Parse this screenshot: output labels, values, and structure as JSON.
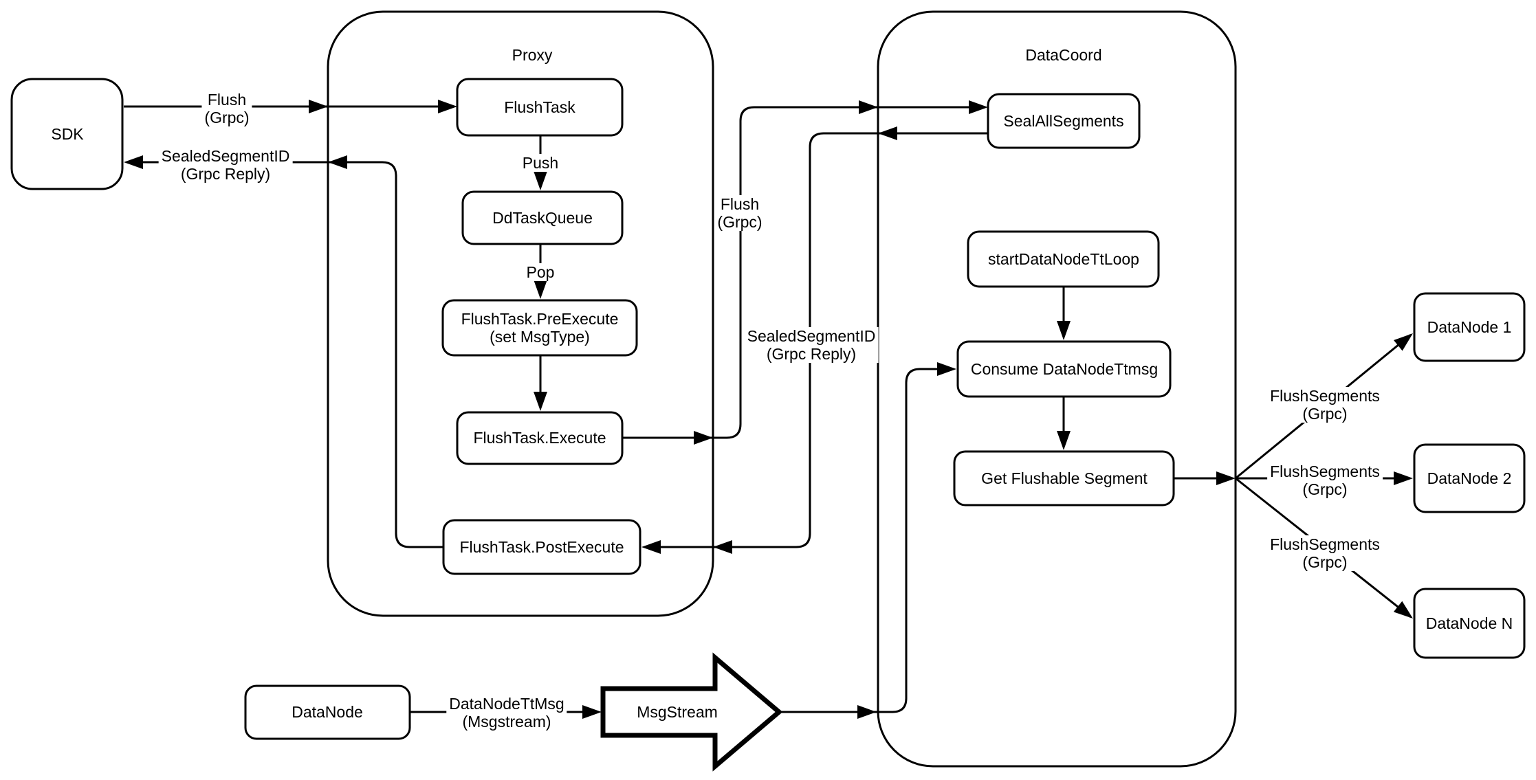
{
  "diagram": {
    "background": "#ffffff",
    "stroke_color": "#000000",
    "node_fill": "#ffffff",
    "containers": {
      "proxy": {
        "title": "Proxy"
      },
      "datacoord": {
        "title": "DataCoord"
      }
    },
    "nodes": {
      "sdk": {
        "label": "SDK"
      },
      "flush_task": {
        "label": "FlushTask"
      },
      "dd_task_queue": {
        "label": "DdTaskQueue"
      },
      "pre_execute": {
        "line1": "FlushTask.PreExecute",
        "line2": "(set MsgType)"
      },
      "execute": {
        "label": "FlushTask.Execute"
      },
      "post_execute": {
        "label": "FlushTask.PostExecute"
      },
      "seal_all_segments": {
        "label": "SealAllSegments"
      },
      "start_data_node_tt_loop": {
        "label": "startDataNodeTtLoop"
      },
      "consume_data_node_ttmsg": {
        "label": "Consume DataNodeTtmsg"
      },
      "get_flushable_segment": {
        "label": "Get Flushable Segment"
      },
      "data_node_1": {
        "label": "DataNode 1"
      },
      "data_node_2": {
        "label": "DataNode 2"
      },
      "data_node_n": {
        "label": "DataNode N"
      },
      "data_node": {
        "label": "DataNode"
      },
      "msg_stream": {
        "label": "MsgStream"
      }
    },
    "edge_labels": {
      "flush_grpc_sdk": {
        "line1": "Flush",
        "line2": "(Grpc)"
      },
      "sealed_segment_id_sdk": {
        "line1": "SealedSegmentID",
        "line2": "(Grpc Reply)"
      },
      "push": {
        "line1": "Push"
      },
      "pop": {
        "line1": "Pop"
      },
      "flush_grpc_mid": {
        "line1": "Flush",
        "line2": "(Grpc)"
      },
      "sealed_segment_id_mid": {
        "line1": "SealedSegmentID",
        "line2": "(Grpc Reply)"
      },
      "flush_segments_1": {
        "line1": "FlushSegments",
        "line2": "(Grpc)"
      },
      "flush_segments_2": {
        "line1": "FlushSegments",
        "line2": "(Grpc)"
      },
      "flush_segments_3": {
        "line1": "FlushSegments",
        "line2": "(Grpc)"
      },
      "data_node_tt_msg": {
        "line1": "DataNodeTtMsg",
        "line2": "(Msgstream)"
      }
    }
  }
}
